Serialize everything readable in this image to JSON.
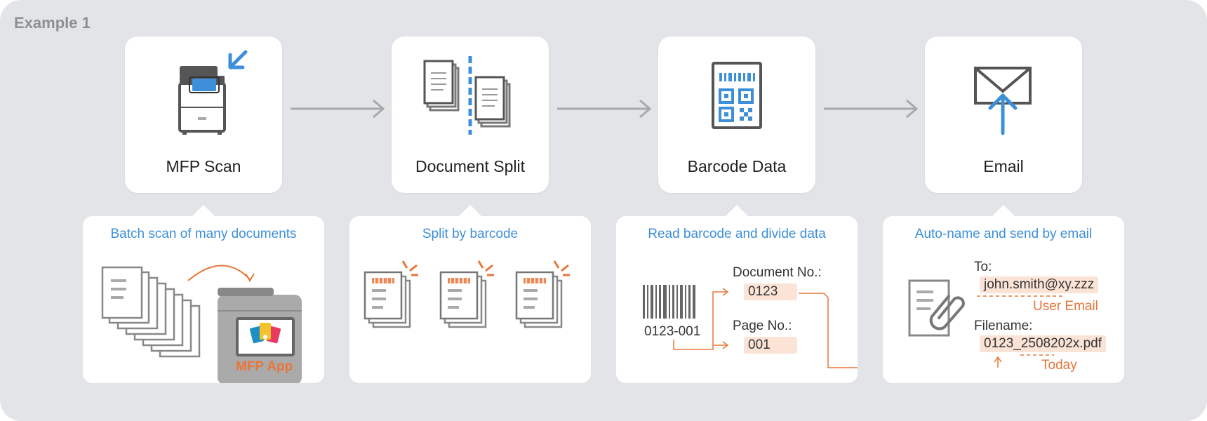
{
  "example_label": "Example 1",
  "steps": [
    {
      "label": "MFP Scan",
      "icon": "mfp-scanner-icon"
    },
    {
      "label": "Document Split",
      "icon": "document-split-icon"
    },
    {
      "label": "Barcode Data",
      "icon": "barcode-qr-icon"
    },
    {
      "label": "Email",
      "icon": "email-send-icon"
    }
  ],
  "panels": {
    "scan": {
      "title": "Batch scan of many documents",
      "app_label": "MFP App"
    },
    "split": {
      "title": "Split by barcode"
    },
    "barcode": {
      "title": "Read barcode and divide data",
      "barcode_value": "0123-001",
      "document_no_label": "Document No.:",
      "document_no_value": "0123",
      "page_no_label": "Page No.:",
      "page_no_value": "001"
    },
    "email": {
      "title": "Auto-name and send by email",
      "to_label": "To:",
      "to_value": "john.smith@xy.zzz",
      "to_note": "User Email",
      "filename_label": "Filename:",
      "filename_value": "0123_2508202x.pdf",
      "filename_note": "Today"
    }
  },
  "colors": {
    "background": "#e2e4e7",
    "card": "#ffffff",
    "accent_blue": "#3d8fd9",
    "accent_orange": "#e8763a",
    "chip_fill": "#fbe3d6",
    "icon_gray": "#555555",
    "arrow_gray": "#a7a9ac"
  }
}
